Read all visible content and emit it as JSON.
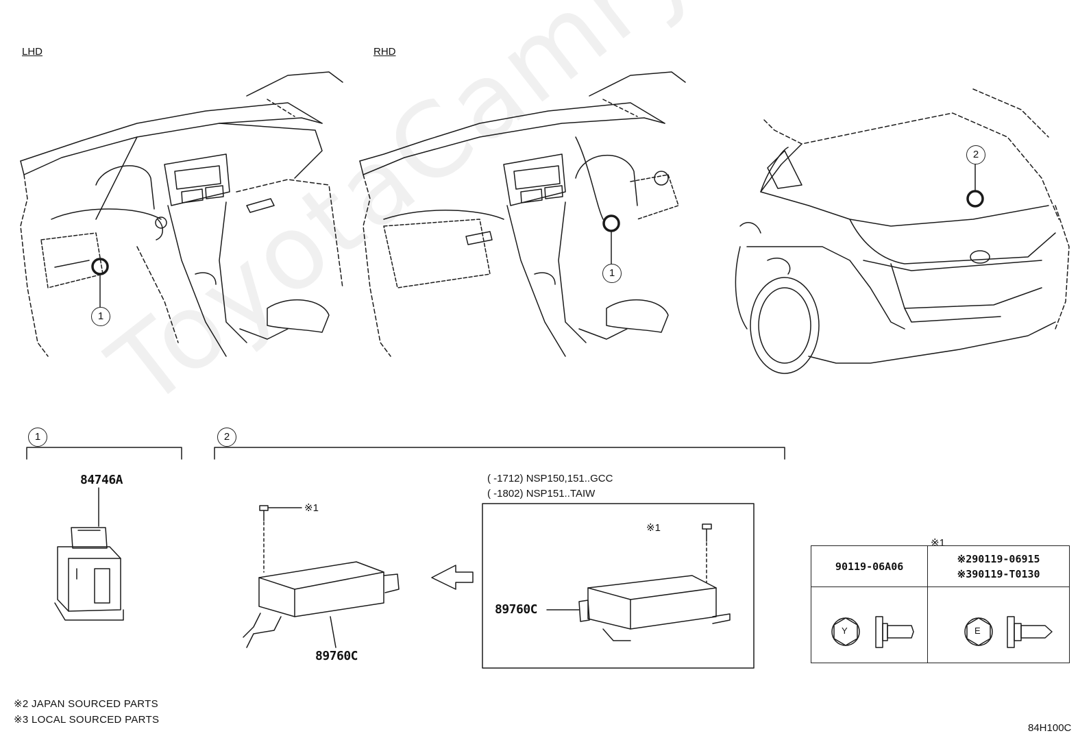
{
  "watermark": "ToyotaCamry.ru",
  "views": {
    "lhd_label": "LHD",
    "rhd_label": "RHD"
  },
  "callouts": {
    "c1": "1",
    "c2": "2"
  },
  "sections": [
    {
      "number": "1",
      "part_numbers": [
        "84746A"
      ]
    },
    {
      "number": "2",
      "part_numbers": [
        "89760C",
        "89760C"
      ]
    }
  ],
  "variant_box": {
    "lines": [
      "(        ‑1712) NSP150,151..GCC",
      "(        ‑1802) NSP151..TAIW"
    ],
    "part_number": "89760C"
  },
  "fastener_refs": {
    "ref1": "※1",
    "ref2": "※1",
    "table_ref": "※1"
  },
  "bolt_table": {
    "col1_header": "90119-06A06",
    "col2_header_line1": "※290119-06915",
    "col2_header_line2": "※390119-T0130",
    "col1_head_mark": "Y",
    "col2_head_mark": "E"
  },
  "footnotes": [
    "※2 JAPAN SOURCED PARTS",
    "※3 LOCAL SOURCED PARTS"
  ],
  "figure_code": "84H100C"
}
